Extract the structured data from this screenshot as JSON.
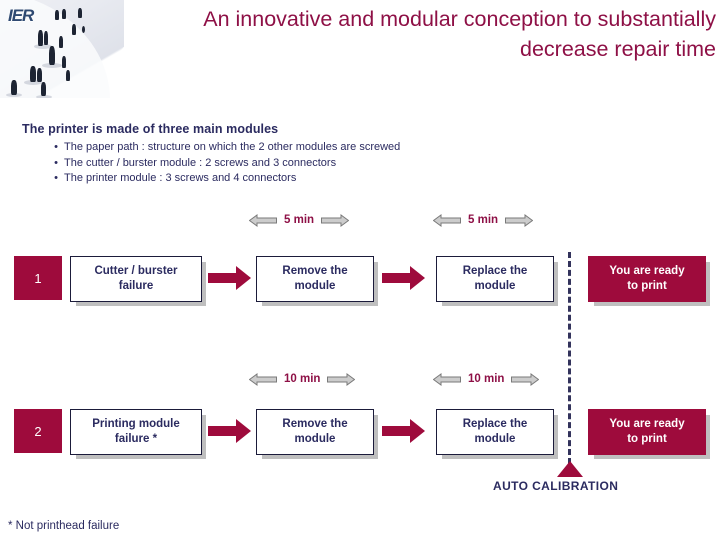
{
  "logo": {
    "mark": "IER",
    "icon": "people-silhouettes-icon"
  },
  "title": {
    "line1": "An innovative and modular conception to substantially",
    "line2": "decrease repair time",
    "color": "#8e1046"
  },
  "body": {
    "lead": "The printer is made of three main modules",
    "bullets": [
      "The paper path : structure on which the 2 other modules are screwed",
      "The cutter / burster module : 2 screws and 3 connectors",
      "The printer module : 3 screws and 4 connectors"
    ],
    "bullet_glyph": "•"
  },
  "flow": {
    "rows": [
      {
        "number": "1",
        "steps": [
          {
            "label": "Cutter / burster\nfailure",
            "style": "white"
          },
          {
            "label": "Remove the\nmodule",
            "style": "white"
          },
          {
            "label": "Replace the\nmodule",
            "style": "white"
          },
          {
            "label": "You are ready\nto print",
            "style": "red"
          }
        ],
        "timings": [
          "5 min",
          "5 min"
        ]
      },
      {
        "number": "2",
        "steps": [
          {
            "label": "Printing module\nfailure *",
            "style": "white"
          },
          {
            "label": "Remove the\nmodule",
            "style": "white"
          },
          {
            "label": "Replace the\nmodule",
            "style": "white"
          },
          {
            "label": "You are ready\nto print",
            "style": "red"
          }
        ],
        "timings": [
          "10 min",
          "10 min"
        ]
      }
    ]
  },
  "auto_calibration": {
    "label": "AUTO CALIBRATION"
  },
  "footnote": "* Not printhead failure",
  "colors": {
    "accent_red": "#9e0b3c",
    "title_red": "#8e1046",
    "text_navy": "#2b2b60",
    "shadow_grey": "#bfbfbf",
    "arrow_grey": "#b8b8b8"
  }
}
